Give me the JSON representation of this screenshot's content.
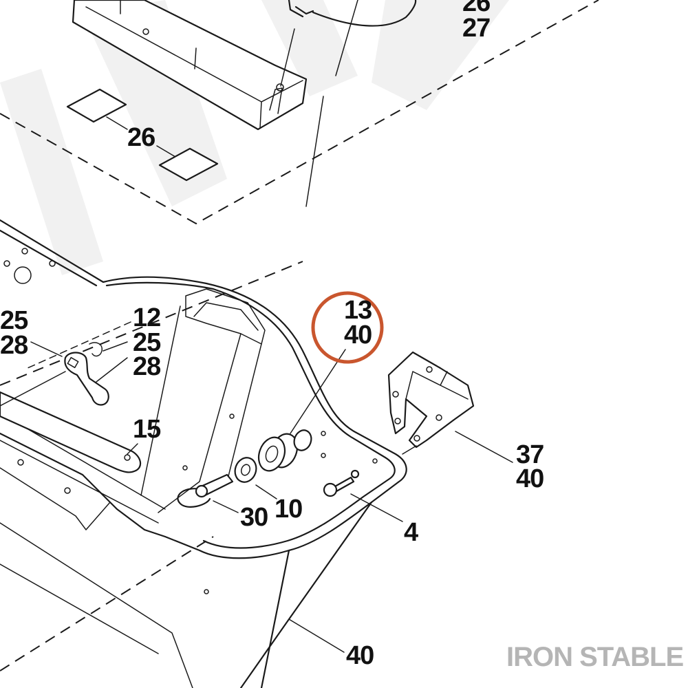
{
  "diagram": {
    "labels": {
      "l26a": "26",
      "l27": "27",
      "l26b": "26",
      "l12": "12",
      "l25a": "25",
      "l28a": "28",
      "l25b": "25",
      "l28b": "28",
      "l13": "13",
      "l40a": "40",
      "l15": "15",
      "l37": "37",
      "l40b": "40",
      "l30": "30",
      "l10": "10",
      "l4": "4",
      "l40c": "40"
    },
    "highlight_color": "#c9562e",
    "line_color": "#1a1a1a"
  },
  "watermark": {
    "brand": "IRON STABLE",
    "brand_color": "#b5b5b5"
  }
}
